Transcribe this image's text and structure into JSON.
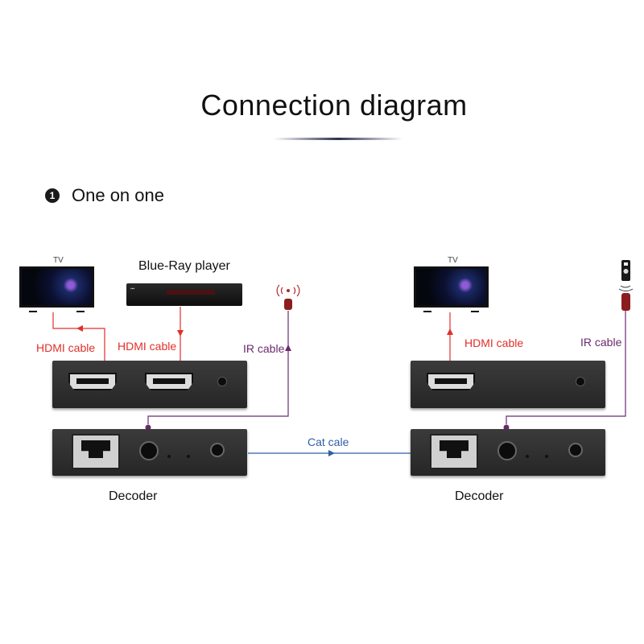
{
  "title": "Connection diagram",
  "section": {
    "number": "1",
    "label": "One on one"
  },
  "left": {
    "tv_label": "TV",
    "player_label": "Blue-Ray player",
    "hdmi_label_tv": "HDMI cable",
    "hdmi_label_player": "HDMI cable",
    "ir_label": "IR cable",
    "decoder_label": "Decoder"
  },
  "link": {
    "cat_label": "Cat cale"
  },
  "right": {
    "tv_label": "TV",
    "hdmi_label": "HDMI cable",
    "ir_label": "IR cable",
    "decoder_label": "Decoder"
  },
  "colors": {
    "hdmi": "#e0302b",
    "ir": "#6b2a6e",
    "cat": "#2f5da8"
  },
  "icons": [
    "tv-icon",
    "blu-ray-player-icon",
    "ir-receiver-icon",
    "remote-control-icon"
  ]
}
